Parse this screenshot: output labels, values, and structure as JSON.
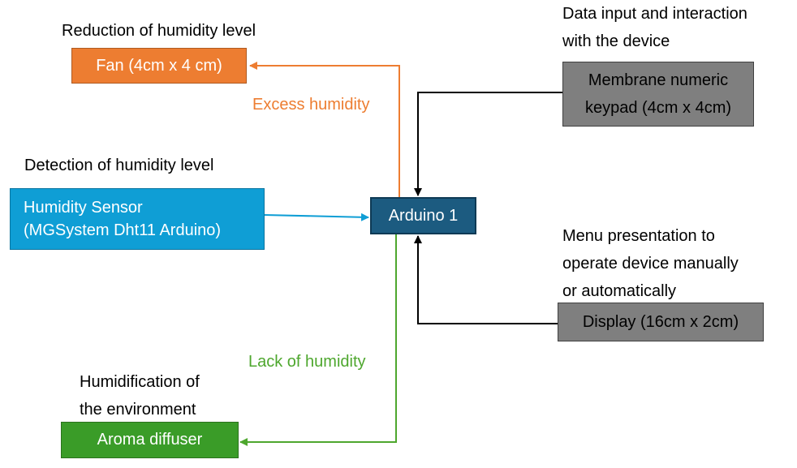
{
  "captions": {
    "fan": "Reduction of humidity level",
    "sensor": "Detection of humidity level",
    "keypad_line1": "Data input and interaction",
    "keypad_line2": "with the device",
    "display_line1": "Menu presentation to",
    "display_line2": "operate device manually",
    "display_line3": "or automatically",
    "aroma_line1": "Humidification of",
    "aroma_line2": "the environment"
  },
  "nodes": {
    "fan": "Fan (4cm x 4 cm)",
    "sensor_line1": "Humidity Sensor",
    "sensor_line2": "(MGSystem Dht11 Arduino)",
    "arduino": "Arduino 1",
    "keypad_line1": "Membrane numeric",
    "keypad_line2": "keypad (4cm x 4cm)",
    "display": "Display (16cm x 2cm)",
    "aroma": "Aroma diffuser"
  },
  "edges": {
    "excess": "Excess humidity",
    "lack": "Lack of humidity"
  },
  "colors": {
    "fan": "#ed7d31",
    "sensor": "#0f9ed5",
    "arduino": "#1c5b80",
    "keypad": "#7f7f7f",
    "display": "#7f7f7f",
    "aroma": "#3a9c28",
    "excess_edge": "#ed7d31",
    "lack_edge": "#4ea72e",
    "sensor_edge": "#0f9ed5",
    "control_edge": "#000000"
  }
}
